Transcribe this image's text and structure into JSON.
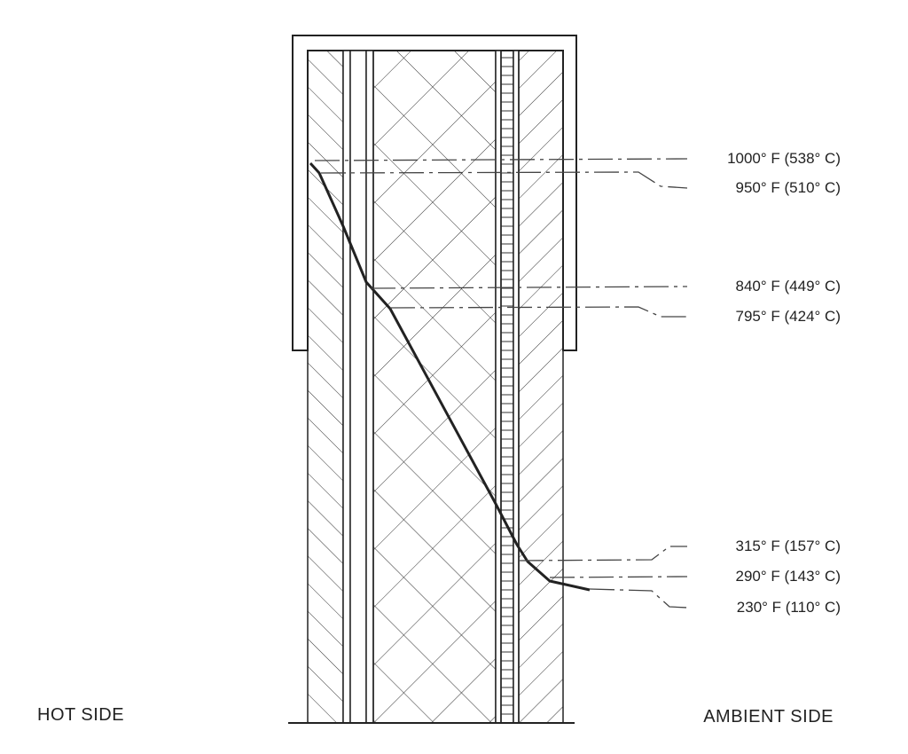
{
  "labels": {
    "hot_side": "HOT SIDE",
    "ambient_side": "AMBIENT SIDE"
  },
  "temperatures": [
    "1000° F (538° C)",
    "950° F (510° C)",
    "840° F (449° C)",
    "795° F (424° C)",
    "315° F (157° C)",
    "290° F (143° C)",
    "230° F (110° C)"
  ],
  "colors": {
    "ink": "#222222",
    "paper": "#ffffff"
  }
}
